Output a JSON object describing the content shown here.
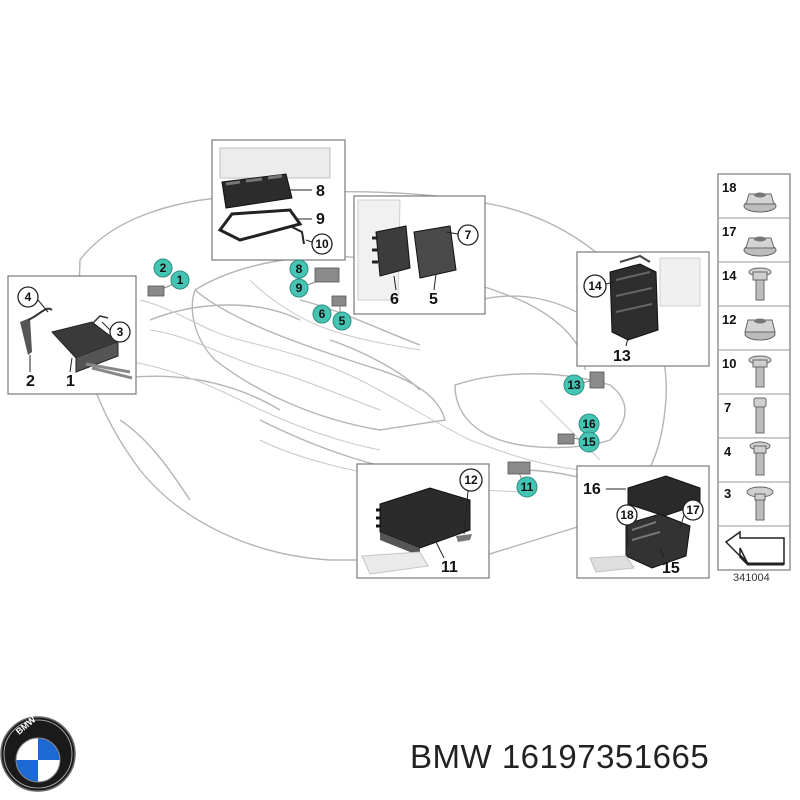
{
  "callouts_teal": [
    {
      "id": "2",
      "name": "teal-callout-2"
    },
    {
      "id": "1",
      "name": "teal-callout-1"
    },
    {
      "id": "8",
      "name": "teal-callout-8"
    },
    {
      "id": "9",
      "name": "teal-callout-9"
    },
    {
      "id": "6",
      "name": "teal-callout-6"
    },
    {
      "id": "5",
      "name": "teal-callout-5"
    },
    {
      "id": "13",
      "name": "teal-callout-13"
    },
    {
      "id": "16",
      "name": "teal-callout-16"
    },
    {
      "id": "15",
      "name": "teal-callout-15"
    },
    {
      "id": "11",
      "name": "teal-callout-11"
    }
  ],
  "detail_boxes": {
    "box_left": {
      "labels": [
        "4",
        "3",
        "2",
        "1"
      ]
    },
    "box_top": {
      "labels": [
        "8",
        "9",
        "10"
      ]
    },
    "box_mid": {
      "labels": [
        "7",
        "6",
        "5"
      ]
    },
    "box_right": {
      "labels": [
        "14",
        "13"
      ]
    },
    "box_bottom_left": {
      "labels": [
        "12",
        "11"
      ]
    },
    "box_bottom_right": {
      "labels": [
        "16",
        "18",
        "17",
        "15"
      ]
    }
  },
  "fastener_column": [
    "18",
    "17",
    "14",
    "12",
    "10",
    "7",
    "4",
    "3"
  ],
  "reference_number": "341004",
  "footer": {
    "brand_text": "BMW 16197351665",
    "logo_letters": "BMW"
  },
  "colors": {
    "callout_teal": "#45c4b4",
    "line_gray": "#9a9a9a",
    "frame_gray": "#7a7a7a",
    "bmw_blue": "#1c69d4",
    "bmw_ring": "#1a1a1a"
  }
}
